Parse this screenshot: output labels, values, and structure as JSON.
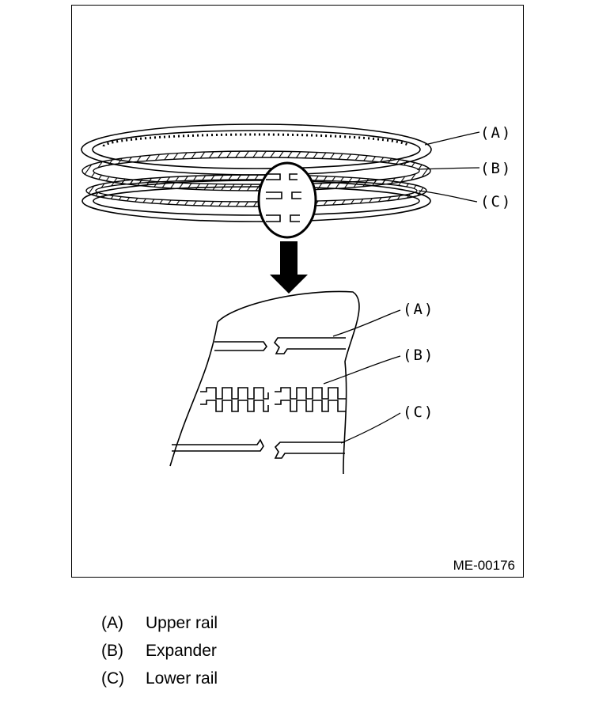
{
  "figure_id": "ME-00176",
  "callouts": {
    "top": [
      "(A)",
      "(B)",
      "(C)"
    ],
    "detail": [
      "(A)",
      "(B)",
      "(C)"
    ]
  },
  "legend": [
    {
      "key": "(A)",
      "text": "Upper rail"
    },
    {
      "key": "(B)",
      "text": "Expander"
    },
    {
      "key": "(C)",
      "text": "Lower rail"
    }
  ]
}
